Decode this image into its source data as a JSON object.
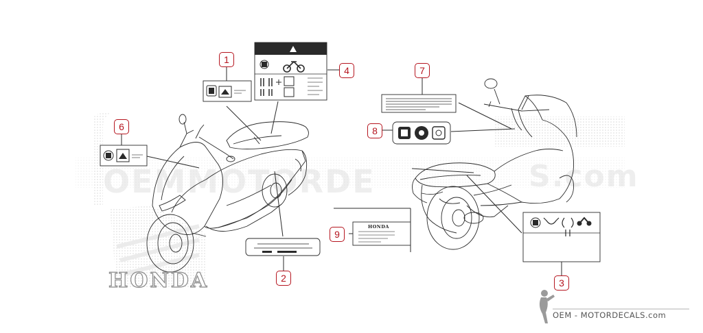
{
  "watermark": {
    "left_text": "OEMMOTORDE",
    "right_text": "S.com"
  },
  "brand": {
    "text": "HONDA"
  },
  "callouts": [
    {
      "id": "callout-1",
      "number": "1"
    },
    {
      "id": "callout-2",
      "number": "2"
    },
    {
      "id": "callout-3",
      "number": "3"
    },
    {
      "id": "callout-4",
      "number": "4"
    },
    {
      "id": "callout-6",
      "number": "6"
    },
    {
      "id": "callout-7",
      "number": "7"
    },
    {
      "id": "callout-8",
      "number": "8"
    },
    {
      "id": "callout-9",
      "number": "9"
    }
  ],
  "labels": {
    "label_9_title": "HONDA"
  },
  "footer": {
    "site": "OEM - MOTORDECALS.com"
  },
  "colors": {
    "callout": "#b5141e",
    "line": "#2a2a2a",
    "watermark": "#e6e6e6"
  }
}
